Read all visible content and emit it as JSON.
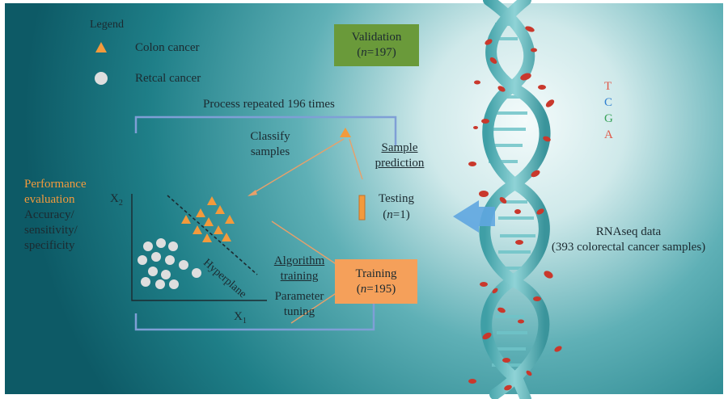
{
  "legend": {
    "title": "Legend",
    "items": [
      {
        "label": "Colon cancer",
        "marker": "triangle",
        "color": "#f39a3c"
      },
      {
        "label": "Retcal cancer",
        "marker": "circle",
        "color": "#d8d8d8"
      }
    ]
  },
  "validation": {
    "title": "Validation",
    "n_prefix": "n",
    "n_value": "=197",
    "color": "#6a9a3a"
  },
  "loop": {
    "caption": "Process repeated 196 times"
  },
  "classify": {
    "line1": "Classify",
    "line2": "samples"
  },
  "sample_prediction": {
    "line1": "Sample",
    "line2": "prediction"
  },
  "testing": {
    "title": "Testing",
    "n_prefix": "n",
    "n_value": "=1"
  },
  "performance": {
    "line1": "Performance",
    "line2": "evaluation",
    "metric1": "Accuracy/",
    "metric2": "sensitivity/",
    "metric3": "specificity",
    "accent": "#f39a3c"
  },
  "plot": {
    "y_axis": "X",
    "y_sub": "2",
    "x_axis": "X",
    "x_sub": "1",
    "separator": "Hyperplane"
  },
  "algorithm": {
    "line1": "Algorithm",
    "line2": "training",
    "line3": "Parameter",
    "line4": "tuning"
  },
  "training": {
    "title": "Training",
    "n_prefix": "n",
    "n_value": "=195",
    "color": "#f5a05a"
  },
  "bases": [
    {
      "letter": "T",
      "color": "#e05a4a"
    },
    {
      "letter": "C",
      "color": "#2f7fd0"
    },
    {
      "letter": "G",
      "color": "#3aa35a"
    },
    {
      "letter": "A",
      "color": "#e05a4a"
    }
  ],
  "rnaseq": {
    "line1": "RNAseq data",
    "line2": "(393 colorectal cancer samples)"
  }
}
